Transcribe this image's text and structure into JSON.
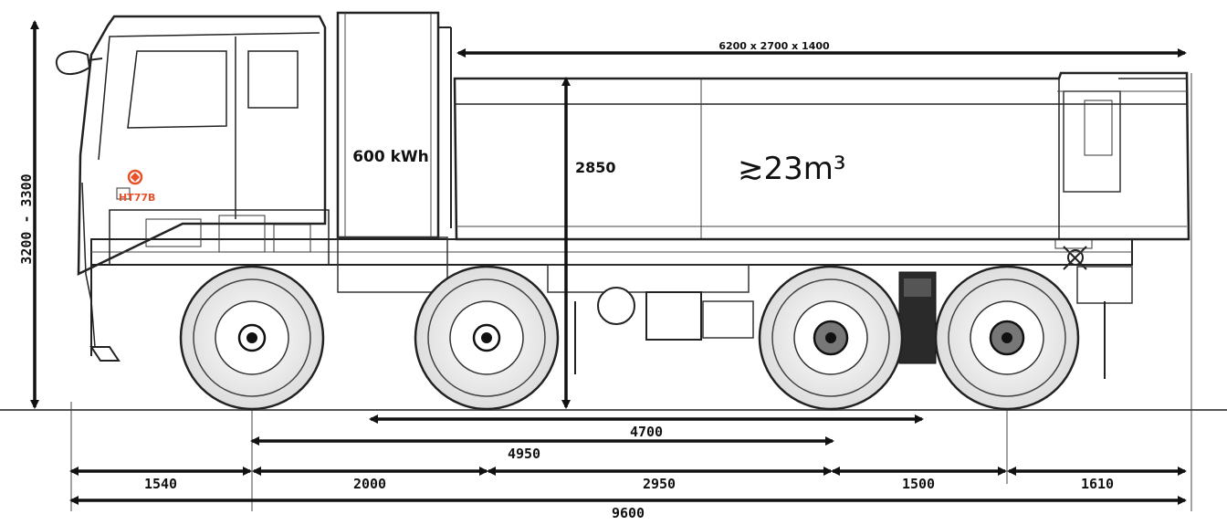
{
  "brand": {
    "logo_text": "HT77B",
    "logo_color": "#e8502a"
  },
  "labels": {
    "battery": "600 kWh",
    "body_height": "2850",
    "volume": "≳23m³",
    "body_dims": "6200 x 2700 x 1400",
    "total_height": "3200 - 3300"
  },
  "dimensions": {
    "d4700": "4700",
    "d4950": "4950",
    "segments": [
      "1540",
      "2000",
      "2950",
      "1500",
      "1610"
    ],
    "total_length": "9600"
  }
}
